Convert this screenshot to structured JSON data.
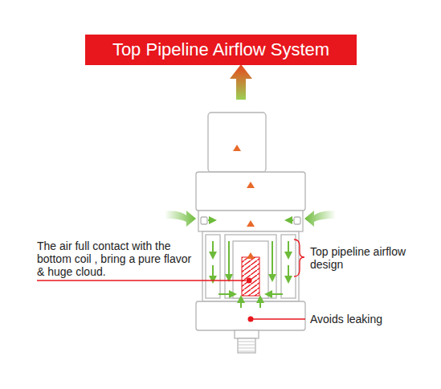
{
  "diagram": {
    "title": "Top Pipeline Airflow System",
    "labels": [
      "The air full contact with the bottom coil , bring a pure flavor & huge cloud.",
      "Top pipeline airflow design",
      "Avoids leaking"
    ]
  }
}
